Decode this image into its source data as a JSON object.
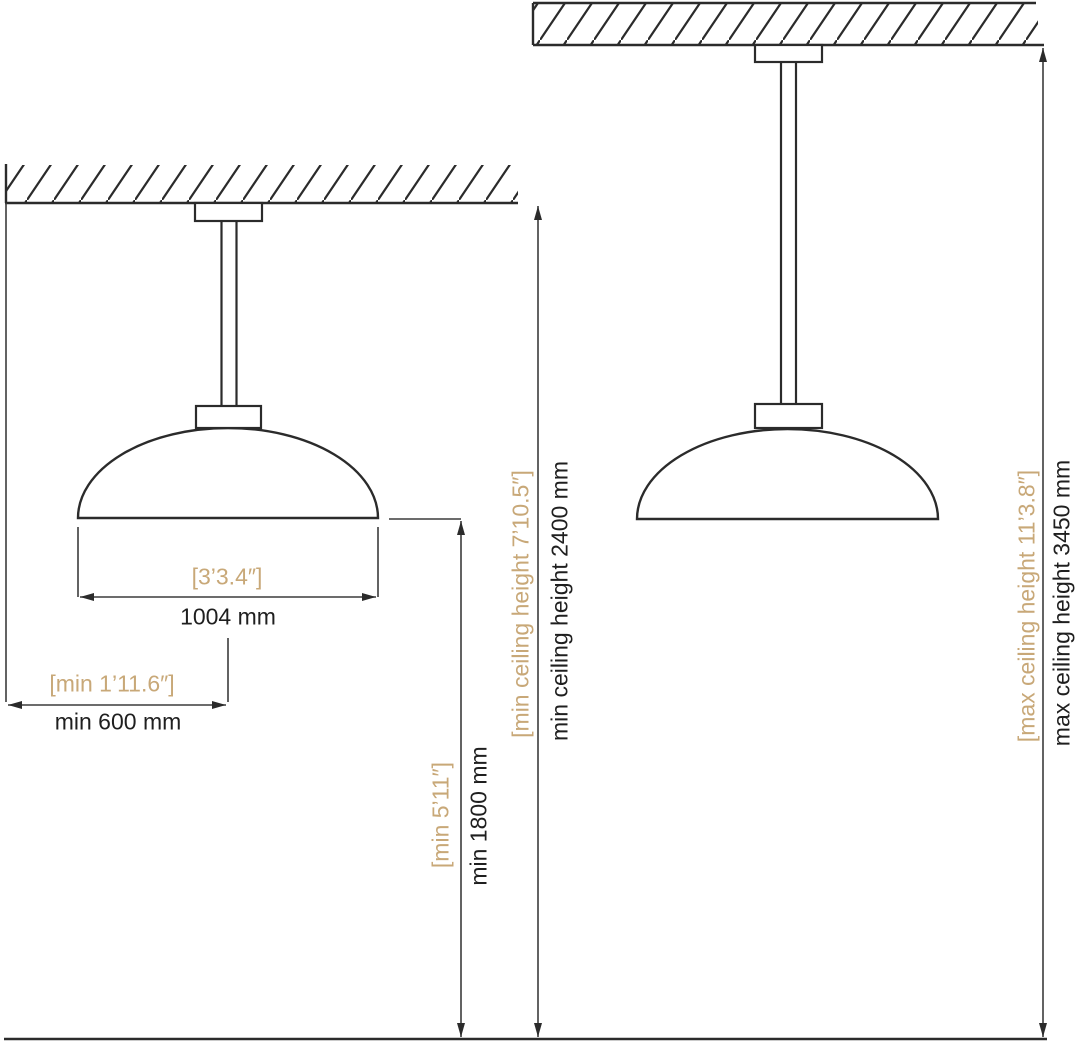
{
  "diagram_title": "pendant-lamp-installation-dimensions",
  "colors": {
    "background": "#ffffff",
    "drawing_line": "#2b2b2b",
    "dimension_line": "#3c3c3c",
    "imperial_text": "#c8a878",
    "metric_text": "#1f1f1f"
  },
  "dimensions": {
    "shade_width": {
      "imperial": "[3’3.4″]",
      "metric": "1004 mm"
    },
    "wall_distance": {
      "imperial": "[min 1’11.6″]",
      "metric": "min 600 mm"
    },
    "hanging_height": {
      "imperial": "[min 5’11″]",
      "metric": "min 1800 mm"
    },
    "min_ceiling": {
      "imperial": "[min ceiling height 7’10.5″]",
      "metric": "min ceiling height 2400 mm"
    },
    "max_ceiling": {
      "imperial": "[max ceiling height 11’3.8″]",
      "metric": "max ceiling height 3450 mm"
    }
  }
}
